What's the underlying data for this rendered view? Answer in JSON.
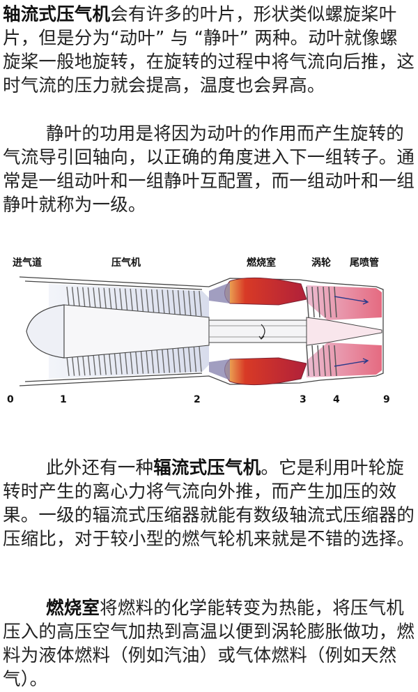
{
  "paragraphs": {
    "p1": {
      "bold": "轴流式压气机",
      "text": "会有许多的叶片，形状类似螺旋桨叶片，但是分为“动叶” 与 “静叶” 两种。动叶就像螺旋桨一般地旋转，在旋转的过程中将气流向后推，这时气流的压力就会提高，温度也会昇高。"
    },
    "p2": {
      "text": "静叶的功用是将因为动叶的作用而产生旋转的气流导引回轴向，以正确的角度进入下一组转子。通常是一组动叶和一组静叶互配置，而一组动叶和一组静叶就称为一级。"
    },
    "p3": {
      "prefix": "此外还有一种",
      "bold": "辐流式压气机",
      "text": "。它是利用叶轮旋转时产生的离心力将气流向外推，而产生加压的效果。一级的辐流式压缩器就能有数级轴流式压缩器的压缩比，对于较小型的燃气轮机来就是不错的选择。"
    },
    "p4": {
      "bold": "燃烧室",
      "text": "将燃料的化学能转变为热能，将压气机压入的高压空气加热到高温以便到涡轮膨胀做功，燃料为液体燃料（例如汽油）或气体燃料（例如天然气）。"
    }
  },
  "diagram": {
    "labels": {
      "inlet": "进气道",
      "compressor": "压气机",
      "combustor": "燃烧室",
      "turbine": "涡轮",
      "nozzle": "尾喷管"
    },
    "stations": [
      "0",
      "1",
      "2",
      "3",
      "4",
      "9"
    ],
    "colors": {
      "combustion": "#d83a26",
      "hot": "#f4a9b5",
      "line": "#444444",
      "flow": "#2a3a8a"
    }
  }
}
